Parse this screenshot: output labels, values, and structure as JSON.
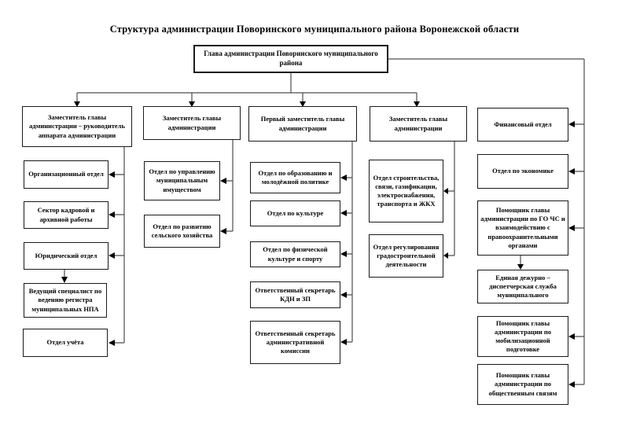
{
  "title": "Структура администрации Поворинского муниципального района Воронежской области",
  "root": "Глава администрации Поворинского муниципального района",
  "branches": [
    {
      "head": "Заместитель главы администрации – руководитель аппарата администрации",
      "children": [
        "Организационный отдел",
        "Сектор кадровой и архивной работы",
        "Юридический отдел",
        "Ведущий специалист по ведению регистра муниципальных НПА",
        "Отдел учёта"
      ]
    },
    {
      "head": "Заместитель главы администрации",
      "children": [
        "Отдел по управлению муниципальным имуществом",
        "Отдел по развитию сельского хозяйства"
      ]
    },
    {
      "head": "Первый заместитель главы администрации",
      "children": [
        "Отдел по образованию и молодёжной политике",
        "Отдел по культуре",
        "Отдел по физической культуре и спорту",
        "Ответственный секретарь КДН и ЗП",
        "Ответственный секретарь административной комиссии"
      ]
    },
    {
      "head": "Заместитель главы администрации",
      "children": [
        "Отдел строительства, связи, газификации, электроснабжения, транспорта и ЖКХ",
        "Отдел регулирования градостроительной деятельности"
      ]
    }
  ],
  "direct_units": [
    "Финансовый отдел",
    "Отдел по экономике",
    "Помощник главы администрации по ГО ЧС и взаимодействию с правоохранительными органами",
    "Единая дежурно – диспетчерская служба муниципального",
    "Помощник главы администрации по мобилизационной подготовке",
    "Помощник главы администрации по общественным связям"
  ],
  "colors": {
    "background": "#ffffff",
    "box_border": "#1a1a1a",
    "connector_line": "#4d4d4d",
    "arrowhead": "#000000",
    "text": "#000000"
  }
}
